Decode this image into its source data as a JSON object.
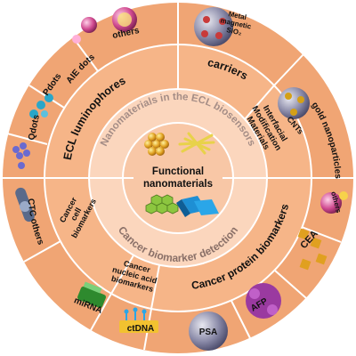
{
  "center": {
    "title_line1": "Functional",
    "title_line2": "nanomaterials"
  },
  "middle_ring": {
    "top_arc": "Nanomaterials in the ECL biosensors",
    "bottom_arc": "Cancer biomarker detection"
  },
  "category_ring": {
    "luminophores": "ECL luminophores",
    "carriers": "carriers",
    "interfacial_line1": "Interfacial",
    "interfacial_line2": "Modification",
    "interfacial_line3": "Materials",
    "protein_biomarkers": "Cancer protein biomarkers",
    "nucleic_line1": "Cancer",
    "nucleic_line2": "nucleic acid",
    "nucleic_line3": "biomarkers",
    "cell_line1": "Cancer",
    "cell_line2": "cell",
    "cell_line3": "biomarkers"
  },
  "outer_ring": {
    "qdots": "Qdots",
    "pdots": "Pdots",
    "aie_dots": "AIE dots",
    "others_top": "others",
    "metal_line1": "Metal",
    "metal_line2": "magnetic",
    "metal_line3": "SiO₂",
    "gold_nanoparticles": "gold nanoparticles",
    "cnts": "CNTs",
    "others_right": "others",
    "cea": "CEA",
    "afp": "AFP",
    "psa": "PSA",
    "ctdna": "ctDNA",
    "mirna": "miRNA",
    "ctc_others": "CTC  others"
  },
  "colors": {
    "outer_ring": "#f0a574",
    "category_ring": "#f6b588",
    "inner_ring": "#fbd6bd",
    "center": "#f8c7a6",
    "divider": "#ffffff",
    "inner_arc_text": "#a58d86"
  }
}
